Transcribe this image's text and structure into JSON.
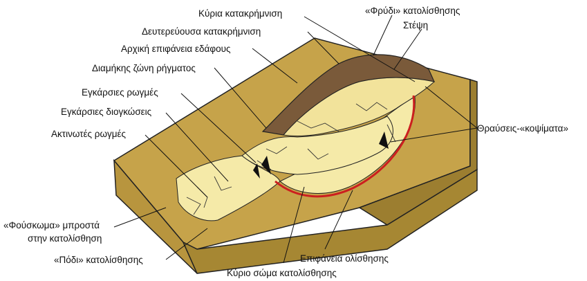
{
  "diagram": {
    "labels": {
      "main_scarp_crown_flank": "«Φρύδι» κατολίσθησης",
      "crown": "Στέψη",
      "main_scarp": "Κύρια κατακρήμνιση",
      "minor_scarp": "Δευτερεύουσα κατακρήμνιση",
      "original_ground_surface": "Αρχική επιφάνεια εδάφους",
      "longitudinal_cracks": "Διαμήκης ζώνη ρήγματος",
      "transverse_cracks": "Εγκάρσιες ρωγμές",
      "transverse_ridges": "Εγκάρσιες διογκώσεις",
      "radial_cracks": "Ακτινωτές ρωγμές",
      "toe_bulge_line1": "«Φούσκωμα» μπροστά",
      "toe_bulge_line2": "στην κατολίσθηση",
      "foot": "«Πόδι» κατολίσθησης",
      "surface_of_rupture": "Επιφάνεια ολίσθησης",
      "main_body": "Κύριο σώμα κατολίσθησης",
      "minor_scarps_breaks": "Θραύσεις-«κοψίματα»"
    },
    "colors": {
      "ground_top": "#c6a34a",
      "ground_side": "#a88935",
      "ground_front": "#b8953e",
      "slide_body": "#f5eaa8",
      "scarp": "#7a5a3a",
      "rupture_line": "#cc1f1f"
    }
  }
}
